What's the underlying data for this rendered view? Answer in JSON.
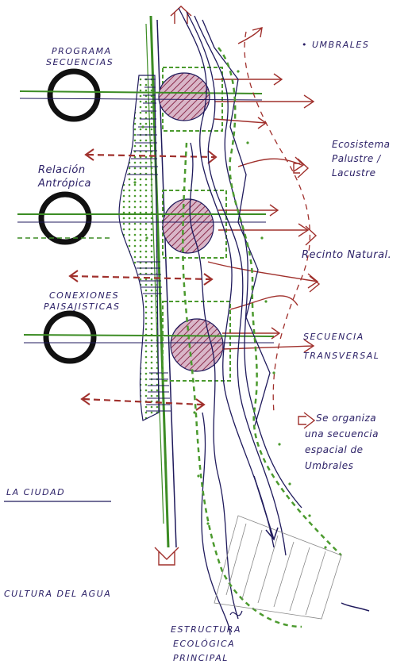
{
  "labels": {
    "umbrales": "• UMBRALES",
    "programa_line1": "PROGRAMA",
    "programa_line2": "SECUENCIAS",
    "relacion_line1": "Relación",
    "relacion_line2": "Antrópica",
    "conexiones_line1": "CONEXIONES",
    "conexiones_line2": "PAISAJISTICAS",
    "ecosistema_line1": "Ecosistema",
    "ecosistema_line2": "Palustre /",
    "ecosistema_line3": "Lacustre",
    "recinto": "Recinto Natural.",
    "secuencia_line1": "SECUENCIA",
    "secuencia_line2": "TRANSVERSAL",
    "organiza_line1": "Se organiza",
    "organiza_line2": "una secuencia",
    "organiza_line3": "espacial de",
    "organiza_line4": "Umbrales",
    "ciudad": "LA CIUDAD",
    "cultura": "CULTURA DEL AGUA",
    "estructura_line1": "ESTRUCTURA",
    "estructura_line2": "ECOLÓGICA",
    "estructura_line3": "PRINCIPAL"
  },
  "colors": {
    "ink": "#1f1a5c",
    "green": "#4b9a2e",
    "red": "#a0302c",
    "black": "#111111",
    "pink_fill": "#c9a3b8"
  }
}
